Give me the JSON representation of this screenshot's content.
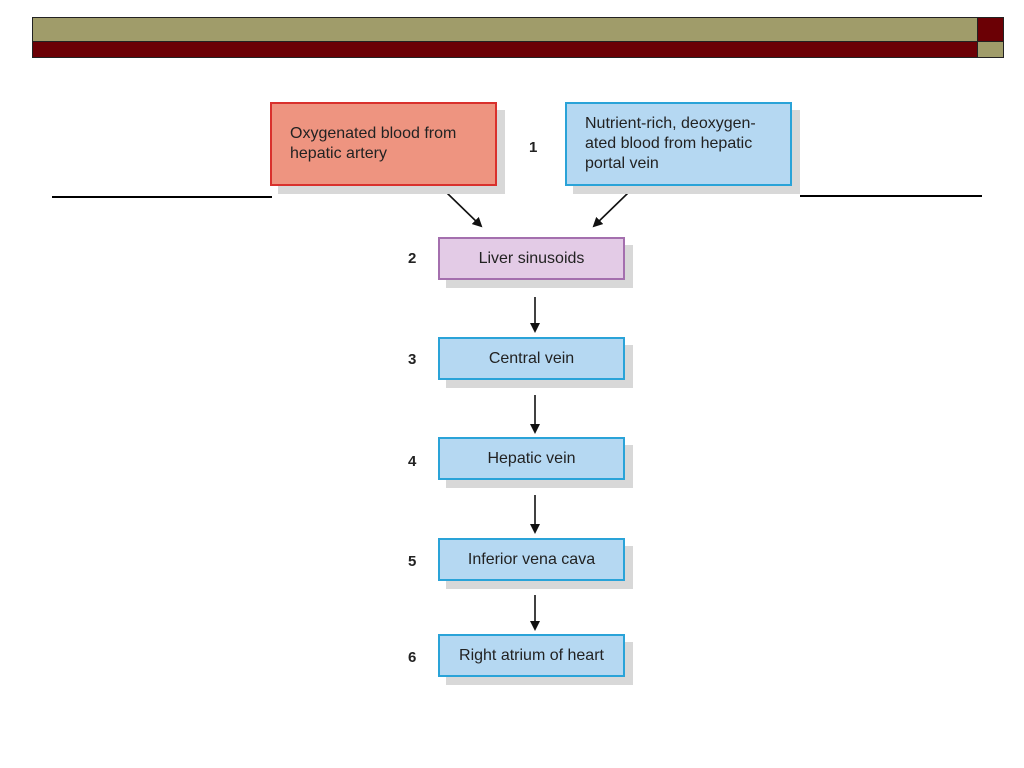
{
  "theme": {
    "header_olive": "#a09c6a",
    "header_red": "#6b0005",
    "artery_fill": "#ee9480",
    "artery_border": "#d9312d",
    "blue_fill": "#b5d8f2",
    "blue_border": "#2aa3d8",
    "sinusoid_fill": "#e3cbe6",
    "sinusoid_border": "#a46fae"
  },
  "diagram": {
    "sources": {
      "artery": {
        "label": "Oxygenated blood from\nhepatic artery"
      },
      "portal": {
        "label": "Nutrient-rich, deoxygen-\nated blood from hepatic\nportal vein"
      },
      "number": "1"
    },
    "steps": [
      {
        "number": "2",
        "label": "Liver sinusoids"
      },
      {
        "number": "3",
        "label": "Central vein"
      },
      {
        "number": "4",
        "label": "Hepatic vein"
      },
      {
        "number": "5",
        "label": "Inferior vena cava"
      },
      {
        "number": "6",
        "label": "Right atrium of heart"
      }
    ]
  }
}
